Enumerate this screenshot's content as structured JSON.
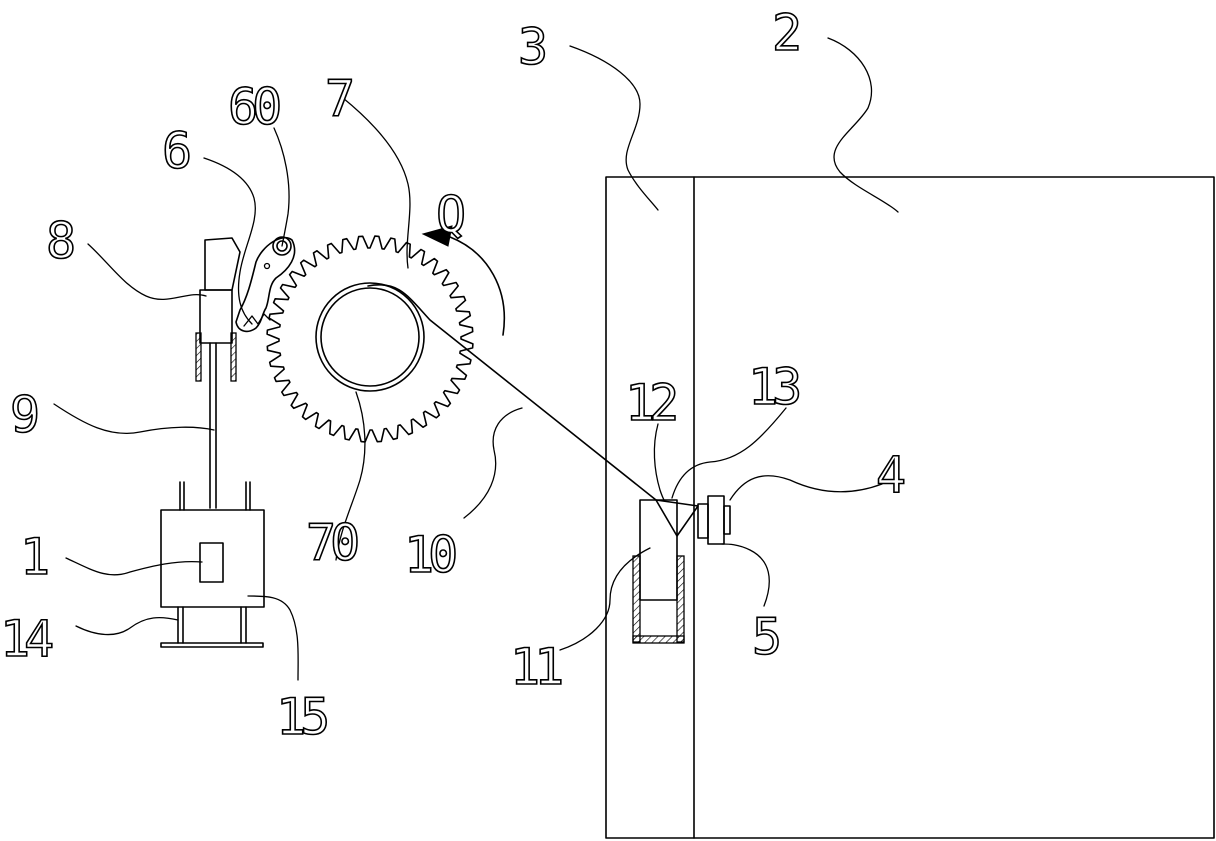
{
  "diagram": {
    "labels": {
      "l1": "1",
      "l2": "2",
      "l3": "3",
      "l4": "4",
      "l5": "5",
      "l6": "6",
      "l60": "60",
      "l7": "7",
      "l70": "70",
      "l8": "8",
      "l9": "9",
      "l10": "10",
      "l11": "11",
      "l12": "12",
      "l13": "13",
      "l14": "14",
      "l15": "15",
      "lQ": "Q"
    },
    "gear_teeth": 40
  }
}
